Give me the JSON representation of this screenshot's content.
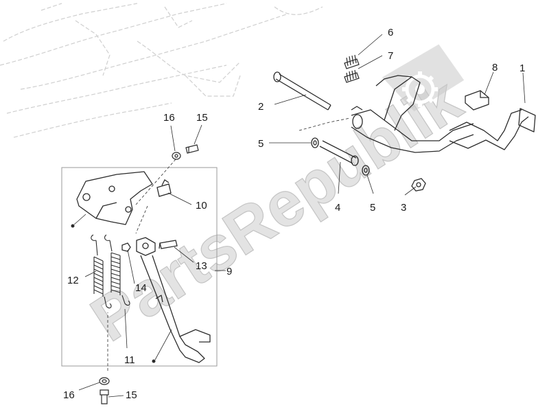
{
  "watermark": {
    "text": "PartsRepublik"
  },
  "callouts": [
    {
      "id": "1",
      "text": "1"
    },
    {
      "id": "2",
      "text": "2"
    },
    {
      "id": "3",
      "text": "3"
    },
    {
      "id": "4",
      "text": "4"
    },
    {
      "id": "5a",
      "text": "5"
    },
    {
      "id": "5b",
      "text": "5"
    },
    {
      "id": "6",
      "text": "6"
    },
    {
      "id": "7",
      "text": "7"
    },
    {
      "id": "8",
      "text": "8"
    },
    {
      "id": "9",
      "text": "9"
    },
    {
      "id": "10",
      "text": "10"
    },
    {
      "id": "11",
      "text": "11"
    },
    {
      "id": "12",
      "text": "12"
    },
    {
      "id": "13",
      "text": "13"
    },
    {
      "id": "14",
      "text": "14"
    },
    {
      "id": "15a",
      "text": "15"
    },
    {
      "id": "15b",
      "text": "15"
    },
    {
      "id": "16a",
      "text": "16"
    },
    {
      "id": "16b",
      "text": "16"
    }
  ],
  "colors": {
    "line": "#2b2b2b",
    "ghost": "#cfcfcf",
    "watermark": "#d9d9d9",
    "logo": "#c9c9c9"
  },
  "icons": {
    "logo": "gear-icon"
  }
}
